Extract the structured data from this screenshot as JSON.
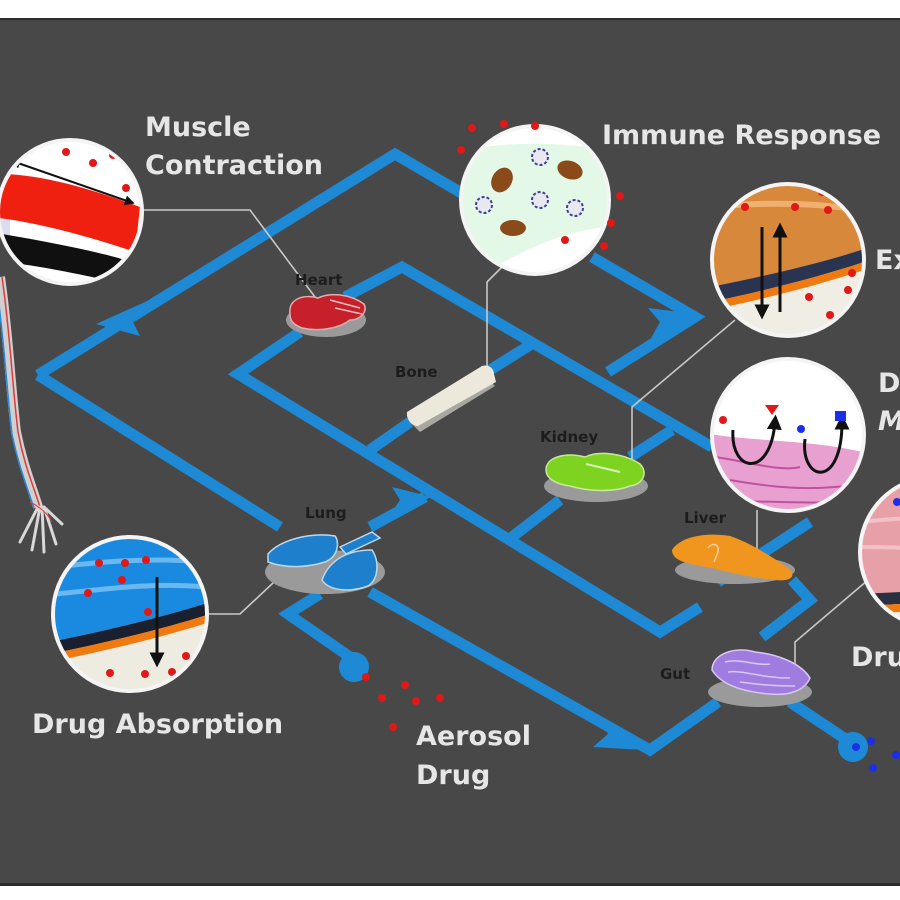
{
  "diagram": {
    "title_labels": {
      "muscle_contraction_line1": "Muscle",
      "muscle_contraction_line2": "Contraction",
      "immune_response": "Immune Response",
      "excretion_partial": "Ex",
      "drug_metabolism_partial_line1": "D",
      "drug_metabolism_partial_line2": "M",
      "drug_absorption": "Drug Absorption",
      "aerosol_drug_line1": "Aerosol",
      "aerosol_drug_line2": "Drug",
      "drug_partial": "Dru"
    },
    "organs": [
      {
        "name": "Heart",
        "color": "#c8202a"
      },
      {
        "name": "Bone",
        "color": "#ece8dc"
      },
      {
        "name": "Kidney",
        "color": "#7ed321"
      },
      {
        "name": "Lung",
        "color": "#1e7fcc"
      },
      {
        "name": "Liver",
        "color": "#f0961e"
      },
      {
        "name": "Gut",
        "color": "#a07ce0"
      }
    ],
    "colors": {
      "background": "#484848",
      "pipe": "#1e8ad6",
      "drug_particle": "#e01818",
      "metabolite_particle": "#1a2fe6",
      "label_text": "#e6e6e6"
    }
  }
}
